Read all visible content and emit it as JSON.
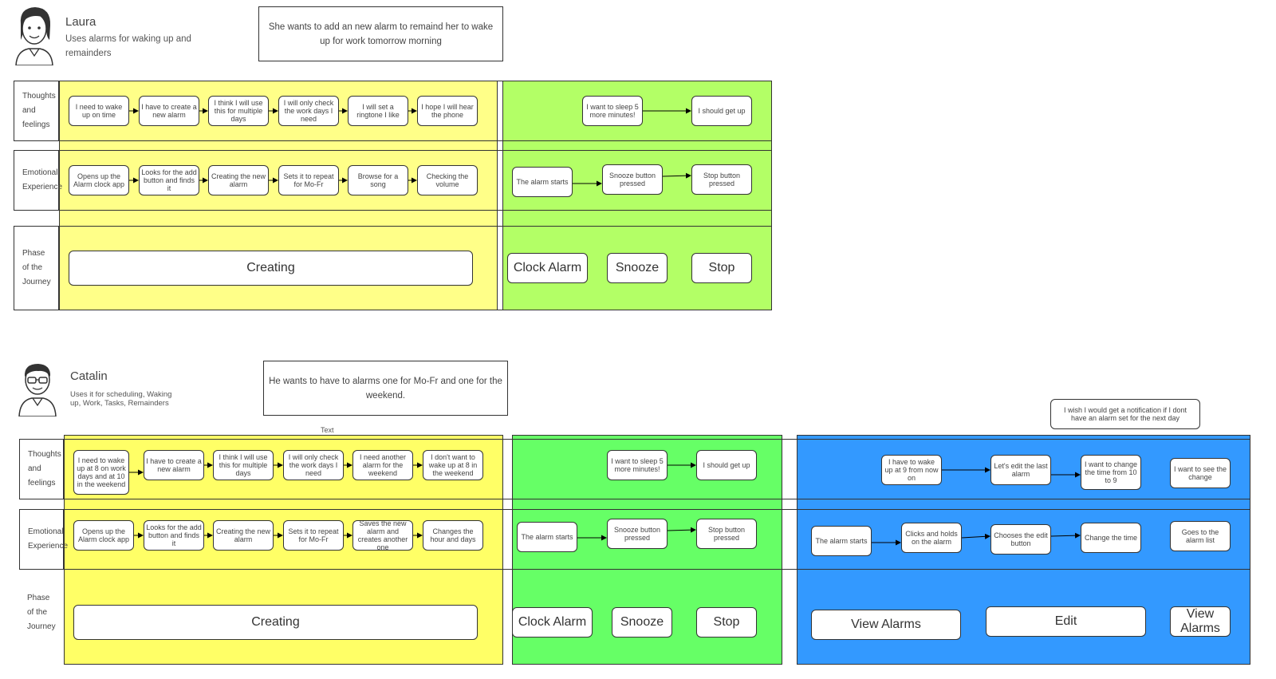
{
  "colors": {
    "laura_creating": "#ffff88",
    "laura_alarm": "#b3ff66",
    "catalin_creating": "#ffff66",
    "catalin_alarm": "#66ff66",
    "catalin_edit": "#3399ff"
  },
  "row_labels": {
    "thoughts": "Thoughts and feelings",
    "emotional": "Emotional Experience",
    "phase": "Phase of the Journey"
  },
  "laura": {
    "name": "Laura",
    "description": "Uses alarms for waking up and remainders",
    "goal": "She wants to add an new alarm to remaind her to wake up for work tomorrow morning",
    "avatar_icon": "female-avatar-icon",
    "thoughts": [
      "I need to wake up on time",
      "I have to create a new alarm",
      "I think I will use this for multiple days",
      "I will only check the work days I need",
      "I will set a ringtone I like",
      "I hope I will hear the phone",
      "I want to sleep 5 more minutes!",
      "I should get up"
    ],
    "emotions": [
      "Opens up the Alarm clock app",
      "Looks for the add button and finds it",
      "Creating the new alarm",
      "Sets it to repeat for Mo-Fr",
      "Browse for a song",
      "Checking the volume",
      "The alarm starts",
      "Snooze button pressed",
      "Stop button pressed"
    ],
    "phases": [
      "Creating",
      "Clock Alarm",
      "Snooze",
      "Stop"
    ]
  },
  "catalin": {
    "name": "Catalin",
    "description": "Uses it for scheduling, Waking up, Work, Tasks, Remainders",
    "goal": "He wants to have to alarms one for Mo-Fr and one for the weekend.",
    "avatar_icon": "male-avatar-glasses-icon",
    "text_label": "Text",
    "wish": "I wish I would get a notification if I dont have an alarm set for the next day",
    "thoughts": [
      "I need to wake up at 8 on work days and at 10 in the weekend",
      "I have to create a new alarm",
      "I think I will use this for multiple days",
      "I will only check the work days I need",
      "I need another alarm for the weekend",
      "I don't want to wake up at 8 in the weekend",
      "I want to sleep 5 more minutes!",
      "I should get up",
      "I have to wake up at 9 from now on",
      "Let's edit the last alarm",
      "I want to change the time from 10 to 9",
      "I want to see the change"
    ],
    "emotions": [
      "Opens up the Alarm clock app",
      "Looks for the add button and finds it",
      "Creating the new alarm",
      "Sets it to repeat for Mo-Fr",
      "Saves the new alarm and creates another one",
      "Changes the hour and days",
      "The alarm starts",
      "Snooze button pressed",
      "Stop button pressed",
      "The alarm starts",
      "Clicks and holds on the alarm",
      "Chooses the edit button",
      "Change the time",
      "Goes to the alarm list"
    ],
    "phases": [
      "Creating",
      "Clock Alarm",
      "Snooze",
      "Stop",
      "View Alarms",
      "Edit",
      "View Alarms"
    ]
  }
}
